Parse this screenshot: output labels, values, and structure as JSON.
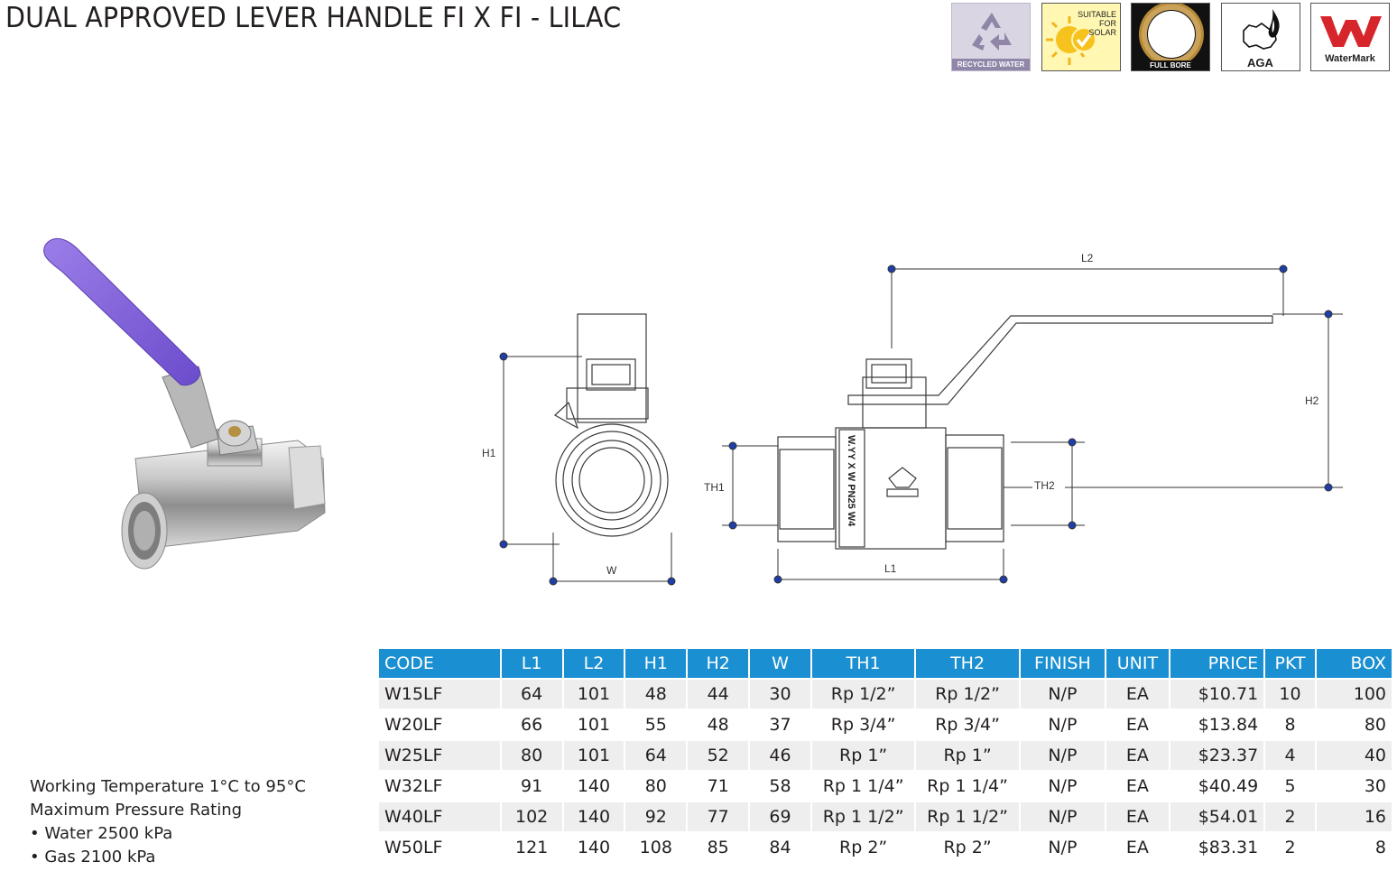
{
  "title": "DUAL APPROVED LEVER HANDLE FI X FI - LILAC",
  "badges": {
    "recycled": "RECYCLED WATER",
    "solar": [
      "SUITABLE",
      "FOR",
      "SOLAR"
    ],
    "fullbore": "FULL BORE",
    "aga": "AGA",
    "watermark": "WaterMark"
  },
  "handle_color": "#8a6bd6",
  "dimensions": {
    "h1": "H1",
    "w": "W",
    "th1": "TH1",
    "th2": "TH2",
    "l1": "L1",
    "l2": "L2",
    "h2": "H2"
  },
  "table": {
    "headers": [
      "CODE",
      "L1",
      "L2",
      "H1",
      "H2",
      "W",
      "TH1",
      "TH2",
      "FINISH",
      "UNIT",
      "PRICE",
      "PKT",
      "BOX"
    ],
    "rows": [
      [
        "W15LF",
        "64",
        "101",
        "48",
        "44",
        "30",
        "Rp 1/2”",
        "Rp 1/2”",
        "N/P",
        "EA",
        "$10.71",
        "10",
        "100"
      ],
      [
        "W20LF",
        "66",
        "101",
        "55",
        "48",
        "37",
        "Rp 3/4”",
        "Rp 3/4”",
        "N/P",
        "EA",
        "$13.84",
        "8",
        "80"
      ],
      [
        "W25LF",
        "80",
        "101",
        "64",
        "52",
        "46",
        "Rp 1”",
        "Rp 1”",
        "N/P",
        "EA",
        "$23.37",
        "4",
        "40"
      ],
      [
        "W32LF",
        "91",
        "140",
        "80",
        "71",
        "58",
        "Rp 1 1/4”",
        "Rp 1 1/4”",
        "N/P",
        "EA",
        "$40.49",
        "5",
        "30"
      ],
      [
        "W40LF",
        "102",
        "140",
        "92",
        "77",
        "69",
        "Rp 1 1/2”",
        "Rp 1 1/2”",
        "N/P",
        "EA",
        "$54.01",
        "2",
        "16"
      ],
      [
        "W50LF",
        "121",
        "140",
        "108",
        "85",
        "84",
        "Rp 2”",
        "Rp 2”",
        "N/P",
        "EA",
        "$83.31",
        "2",
        "8"
      ]
    ]
  },
  "notes": {
    "line1": "Working Temperature  1°C to 95°C",
    "line2": "Maximum Pressure Rating",
    "line3": "• Water 2500 kPa",
    "line4": "• Gas 2100 kPa"
  }
}
